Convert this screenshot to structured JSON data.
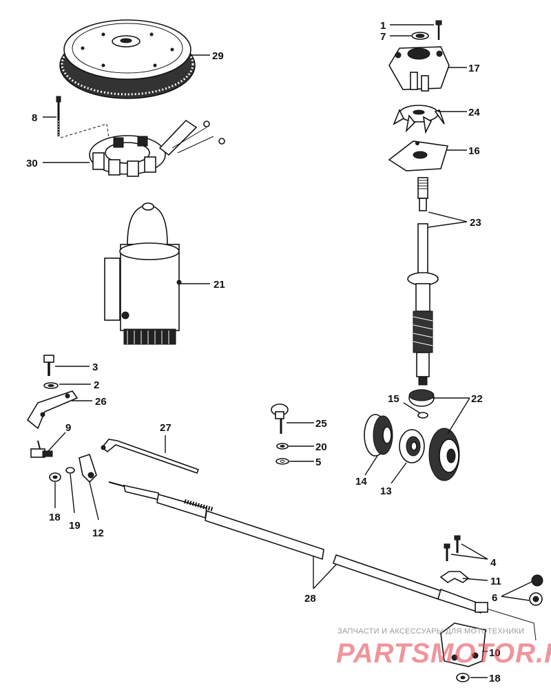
{
  "labels": {
    "l1": "1",
    "l7": "7",
    "l17": "17",
    "l24": "24",
    "l16": "16",
    "l23": "23",
    "l29": "29",
    "l8": "8",
    "l30": "30",
    "l21": "21",
    "l3": "3",
    "l2": "2",
    "l26": "26",
    "l9": "9",
    "l27": "27",
    "l25": "25",
    "l20": "20",
    "l5": "5",
    "l15": "15",
    "l22": "22",
    "l14": "14",
    "l13": "13",
    "l18a": "18",
    "l19": "19",
    "l12": "12",
    "l4": "4",
    "l11": "11",
    "l6": "6",
    "l28": "28",
    "l10": "10",
    "l18b": "18"
  },
  "watermark": {
    "text": "ЗАПЧАСТИ И АКСЕССУАРЫ ДЛЯ МОТОТЕХНИКИ",
    "brand": "PARTSMOTOR.RU"
  }
}
